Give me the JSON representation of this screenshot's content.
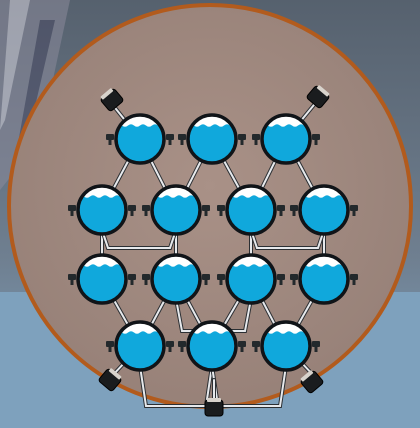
{
  "scene": {
    "colors": {
      "background_top": "#6f7f90",
      "background_bottom": "#7fa2bf",
      "disc_fill": "#a08a82",
      "disc_rim": "#b25b1d",
      "water": "#10a8dc",
      "water_surface": "#ffffff",
      "bowl_outline": "#101418",
      "valve": "#23292c",
      "pipe": "#e7e9ec",
      "pipe_outline": "#2b2f33"
    }
  },
  "puzzle": {
    "bowl_rows": [
      3,
      4,
      4,
      3
    ],
    "bowl_count": 14,
    "water_level": 0.78,
    "valve_count": 28,
    "rim_handle_count": 5
  }
}
